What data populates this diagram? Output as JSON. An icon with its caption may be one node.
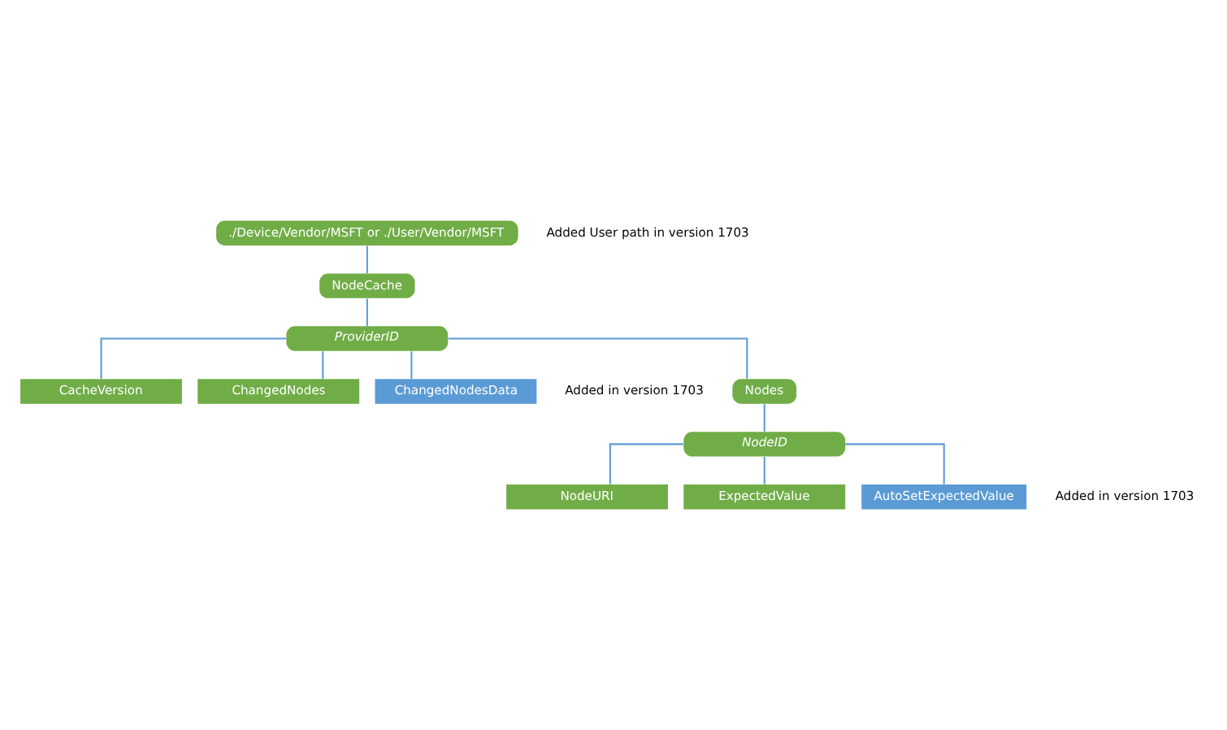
{
  "diagram": {
    "nodes": [
      {
        "text": [
          "./Device/Vendor/MSFT or ./User/Vendor/MSFT"
        ],
        "beside": [
          "Added User path in version 1703"
        ]
      },
      {
        "text": [
          "NodeCache"
        ]
      },
      {
        "text": [
          "ProviderID"
        ]
      },
      {
        "text": [
          "CacheVersion"
        ]
      },
      {
        "text": [
          "ChangedNodes"
        ]
      },
      {
        "text": [
          "ChangedNodesData"
        ],
        "beside": [
          "Added in version 1703"
        ]
      },
      {
        "text": [
          "Nodes"
        ]
      },
      {
        "text": [
          "NodeID"
        ]
      },
      {
        "text": [
          "NodeURI"
        ]
      },
      {
        "text": [
          "ExpectedValue"
        ]
      },
      {
        "text": [
          "AutoSetExpectedValue"
        ],
        "beside": [
          "Added in version 1703"
        ]
      }
    ],
    "edges": [
      {
        "from": 0,
        "to": 1,
        "arrow": "none"
      },
      {
        "from": 1,
        "to": 2,
        "arrow": "none"
      },
      {
        "from": 2,
        "to": 3,
        "arrow": "none"
      },
      {
        "from": 2,
        "to": 4,
        "arrow": "none"
      },
      {
        "from": 2,
        "to": 5,
        "arrow": "none"
      },
      {
        "from": 2,
        "to": 6,
        "arrow": "none"
      },
      {
        "from": 6,
        "to": 7,
        "arrow": "none"
      },
      {
        "from": 7,
        "to": 8,
        "arrow": "none"
      },
      {
        "from": 7,
        "to": 9,
        "arrow": "none"
      },
      {
        "from": 7,
        "to": 10,
        "arrow": "none"
      }
    ]
  }
}
